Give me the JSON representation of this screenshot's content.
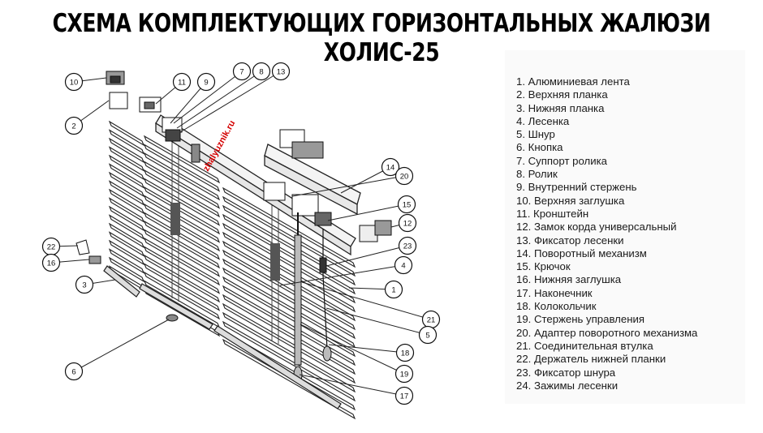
{
  "title": "СХЕМА КОМПЛЕКТУЮЩИХ ГОРИЗОНТАЛЬНЫХ ЖАЛЮЗИ ХОЛИС-25",
  "watermark": "zhalyuznik.ru",
  "watermark_color": "#d40000",
  "parts": [
    {
      "n": "1",
      "name": "Алюминиевая лента"
    },
    {
      "n": "2",
      "name": "Верхняя планка"
    },
    {
      "n": "3",
      "name": "Нижняя планка"
    },
    {
      "n": "4",
      "name": "Лесенка"
    },
    {
      "n": "5",
      "name": "Шнур"
    },
    {
      "n": "6",
      "name": "Кнопка"
    },
    {
      "n": "7",
      "name": "Суппорт ролика"
    },
    {
      "n": "8",
      "name": "Ролик"
    },
    {
      "n": "9",
      "name": "Внутренний стержень"
    },
    {
      "n": "10",
      "name": "Верхняя заглушка"
    },
    {
      "n": "11",
      "name": "Кронштейн"
    },
    {
      "n": "12",
      "name": "Замок корда универсальный"
    },
    {
      "n": "13",
      "name": "Фиксатор лесенки"
    },
    {
      "n": "14",
      "name": "Поворотный механизм"
    },
    {
      "n": "15",
      "name": "Крючок"
    },
    {
      "n": "16",
      "name": "Нижняя заглушка"
    },
    {
      "n": "17",
      "name": "Наконечник"
    },
    {
      "n": "18",
      "name": "Колокольчик"
    },
    {
      "n": "19",
      "name": "Стержень управления"
    },
    {
      "n": "20",
      "name": "Адаптер поворотного механизма"
    },
    {
      "n": "21",
      "name": "Соединительная втулка"
    },
    {
      "n": "22",
      "name": "Держатель нижней планки"
    },
    {
      "n": "23",
      "name": "Фиксатор шнура"
    },
    {
      "n": "24",
      "name": "Зажимы лесенки"
    }
  ]
}
